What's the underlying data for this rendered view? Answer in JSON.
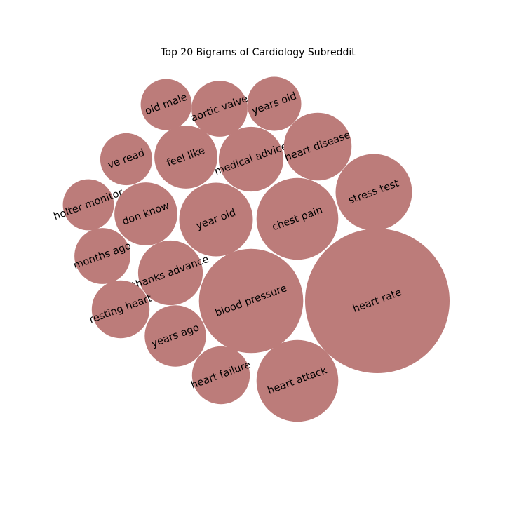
{
  "chart_data": {
    "type": "bubble",
    "title": "Top 20 Bigrams of Cardiology Subreddit",
    "bubble_color": "#bc7c7a",
    "bubbles": [
      {
        "label": "heart rate",
        "value": 100
      },
      {
        "label": "blood pressure",
        "value": 52
      },
      {
        "label": "heart attack",
        "value": 32
      },
      {
        "label": "chest pain",
        "value": 32
      },
      {
        "label": "stress test",
        "value": 28
      },
      {
        "label": "year old",
        "value": 26
      },
      {
        "label": "medical advice",
        "value": 20
      },
      {
        "label": "heart disease",
        "value": 22
      },
      {
        "label": "thanks advance",
        "value": 20
      },
      {
        "label": "don know",
        "value": 19
      },
      {
        "label": "feel like",
        "value": 19
      },
      {
        "label": "years ago",
        "value": 18
      },
      {
        "label": "heart failure",
        "value": 16
      },
      {
        "label": "aortic valve",
        "value": 15
      },
      {
        "label": "years old",
        "value": 14
      },
      {
        "label": "months ago",
        "value": 15
      },
      {
        "label": "resting heart",
        "value": 16
      },
      {
        "label": "ve read",
        "value": 13
      },
      {
        "label": "old male",
        "value": 12.5
      },
      {
        "label": "holter monitor",
        "value": 12.5
      }
    ]
  }
}
